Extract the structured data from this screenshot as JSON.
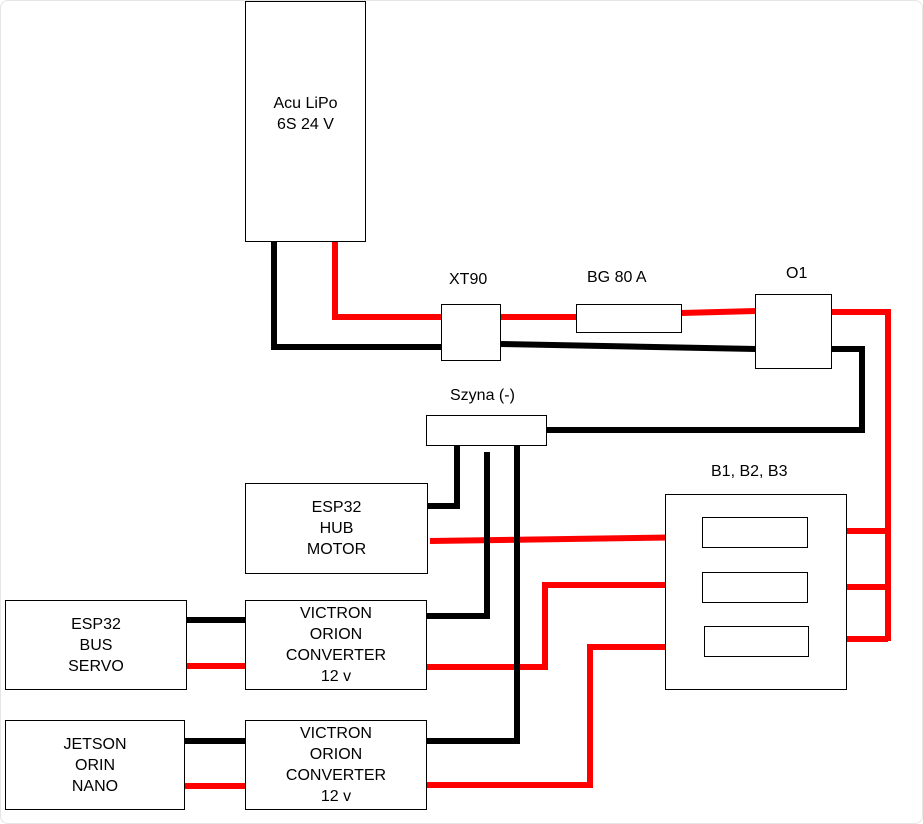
{
  "colors": {
    "positive_wire": "#ff0000",
    "negative_wire": "#000000",
    "box_border": "#000000"
  },
  "blocks": {
    "battery": "Acu LiPo\n6S 24 V",
    "xt90": "XT90",
    "bg80a": "BG 80 A",
    "o1": "O1",
    "bus_negative": "Szyna (-)",
    "fuse_box": "B1, B2, B3",
    "esp32_hub_motor": "ESP32\nHUB\nMOTOR",
    "esp32_bus_servo": "ESP32\nBUS\nSERVO",
    "victron_1": "VICTRON\nORION\nCONVERTER\n12 v",
    "jetson": "JETSON\nORIN\nNANO",
    "victron_2": "VICTRON\nORION\nCONVERTER\n12 v"
  }
}
